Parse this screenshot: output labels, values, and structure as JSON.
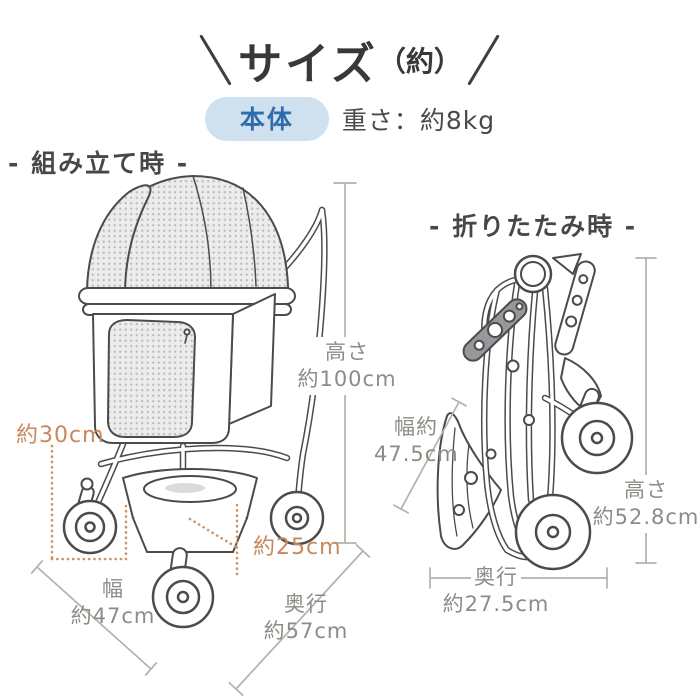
{
  "header": {
    "title": "サイズ",
    "title_suffix": "（約）",
    "badge": "本体",
    "weight": "重さ：約8kg"
  },
  "assembled": {
    "label": "- 組み立て時 -",
    "dims": {
      "height": {
        "line1": "高さ",
        "line2": "約100cm"
      },
      "width": {
        "line1": "幅",
        "line2": "約47cm"
      },
      "depth": {
        "line1": "奥行",
        "line2": "約57cm"
      },
      "pocket_height": "約30cm",
      "front_clearance": "約25cm"
    }
  },
  "folded": {
    "label": "- 折りたたみ時 -",
    "dims": {
      "width": {
        "line1": "幅約",
        "line2": "47.5cm"
      },
      "height": {
        "line1": "高さ",
        "line2": "約52.8cm"
      },
      "depth": {
        "line1": "奥行",
        "line2": "約27.5cm"
      }
    }
  },
  "colors": {
    "badge_bg": "#cfe0ef",
    "badge_text": "#2e6da9",
    "dimension_gray": "#8f8b86",
    "dimension_orange": "#c9875a",
    "line_art": "#4b4b4b"
  }
}
